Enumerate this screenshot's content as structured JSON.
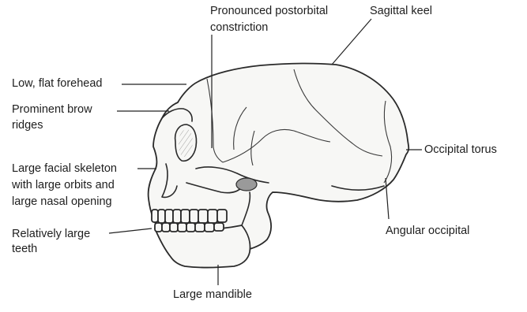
{
  "labels": {
    "low_flat_forehead": "Low, flat forehead",
    "prominent_brow_ridges_line1": "Prominent brow",
    "prominent_brow_ridges_line2": "ridges",
    "large_facial_skeleton_line1": "Large facial skeleton",
    "large_facial_skeleton_line2": "with large orbits and",
    "large_facial_skeleton_line3": "large nasal opening",
    "relatively_large_teeth_line1": "Relatively large",
    "relatively_large_teeth_line2": "teeth",
    "pronounced_postorbital_constriction_line1": "Pronounced postorbital",
    "pronounced_postorbital_constriction_line2": "constriction",
    "sagittal_keel": "Sagittal keel",
    "occipital_torus": "Occipital torus",
    "angular_occipital": "Angular occipital",
    "large_mandible": "Large mandible"
  }
}
